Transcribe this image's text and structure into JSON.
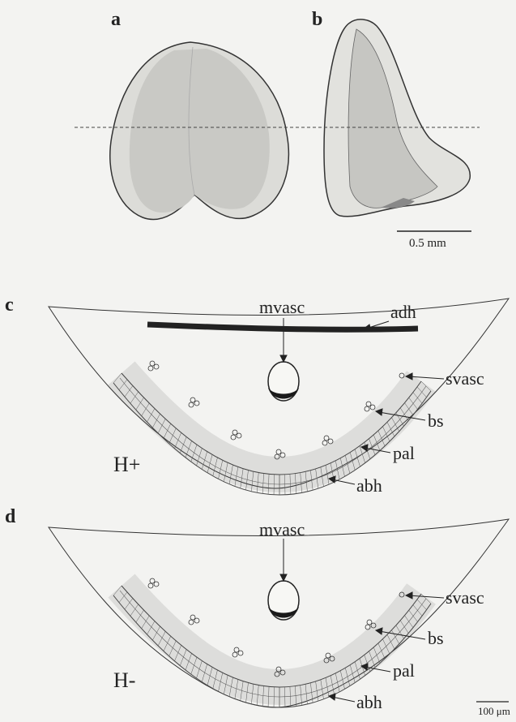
{
  "panels": {
    "a": "a",
    "b": "b",
    "c": "c",
    "d": "d"
  },
  "scale_top": "0.5 mm",
  "scale_bottom": "100 μm",
  "c_labels": {
    "mvasc": "mvasc",
    "adh": "adh",
    "svasc": "svasc",
    "bs": "bs",
    "pal": "pal",
    "abh": "abh",
    "condition": "H+"
  },
  "d_labels": {
    "mvasc": "mvasc",
    "svasc": "svasc",
    "bs": "bs",
    "pal": "pal",
    "abh": "abh",
    "condition": "H-"
  }
}
